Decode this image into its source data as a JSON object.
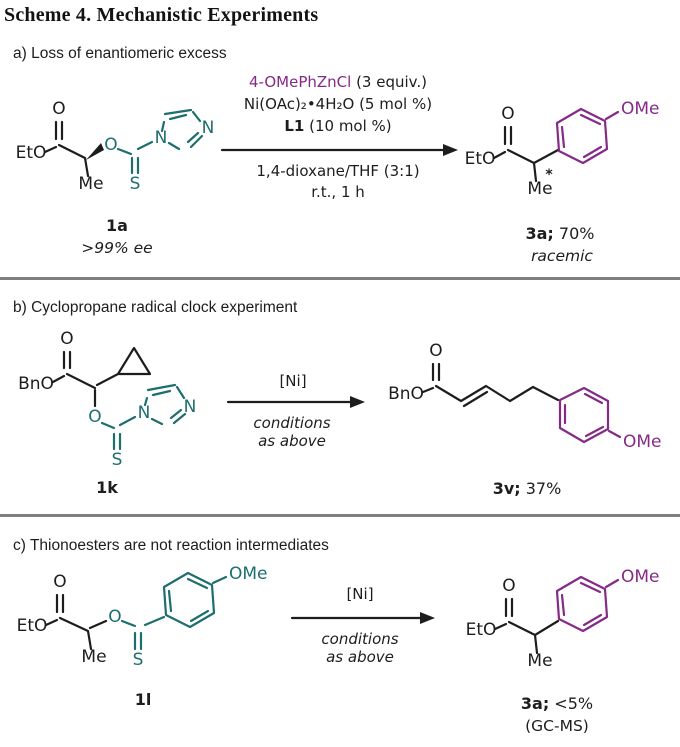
{
  "title": "Scheme 4. Mechanistic Experiments",
  "colors": {
    "teal": "#1e6e6e",
    "purple": "#852a87",
    "bond": "#1d1d1d",
    "divider": "#7f7f7f"
  },
  "panels": {
    "a": {
      "heading": "a) Loss of enantiomeric excess",
      "reactant": {
        "label": "1a",
        "note": ">99% ee",
        "atoms": {
          "etO": "EtO",
          "carbonylO": "O",
          "me": "Me",
          "esterO": "O",
          "s": "S",
          "n1": "N",
          "n3": "N"
        }
      },
      "conditions": {
        "reagent": "4-OMePhZnCl",
        "reagentAmount": " (3 equiv.)",
        "catalyst": "Ni(OAc)₂•4H₂O (5 mol %)",
        "ligand": "L1",
        "ligandAmount": " (10 mol %)",
        "solvent": "1,4-dioxane/THF (3:1)",
        "tempTime": "r.t., 1 h"
      },
      "product": {
        "label": "3a;",
        "yield": " 70%",
        "note": "racemic",
        "atoms": {
          "etO": "EtO",
          "carbonylO": "O",
          "me": "Me",
          "stereoMark": "*",
          "ome": "OMe"
        }
      }
    },
    "b": {
      "heading": "b) Cyclopropane radical clock experiment",
      "reactant": {
        "label": "1k",
        "atoms": {
          "bnO": "BnO",
          "carbonylO": "O",
          "esterO": "O",
          "s": "S",
          "n1": "N",
          "n3": "N"
        }
      },
      "conditions": {
        "catalyst": "[Ni]",
        "note1": "conditions",
        "note2": "as above"
      },
      "product": {
        "label": "3v;",
        "yield": " 37%",
        "atoms": {
          "bnO": "BnO",
          "carbonylO": "O",
          "ome": "OMe"
        }
      }
    },
    "c": {
      "heading": "c) Thionoesters are not reaction intermediates",
      "reactant": {
        "label": "1l",
        "atoms": {
          "etO": "EtO",
          "carbonylO": "O",
          "me": "Me",
          "esterO": "O",
          "s": "S",
          "ome": "OMe"
        }
      },
      "conditions": {
        "catalyst": "[Ni]",
        "note1": "conditions",
        "note2": "as above"
      },
      "product": {
        "label": "3a;",
        "yield": " <5%",
        "note": "(GC-MS)",
        "atoms": {
          "etO": "EtO",
          "carbonylO": "O",
          "me": "Me",
          "ome": "OMe"
        }
      }
    }
  }
}
